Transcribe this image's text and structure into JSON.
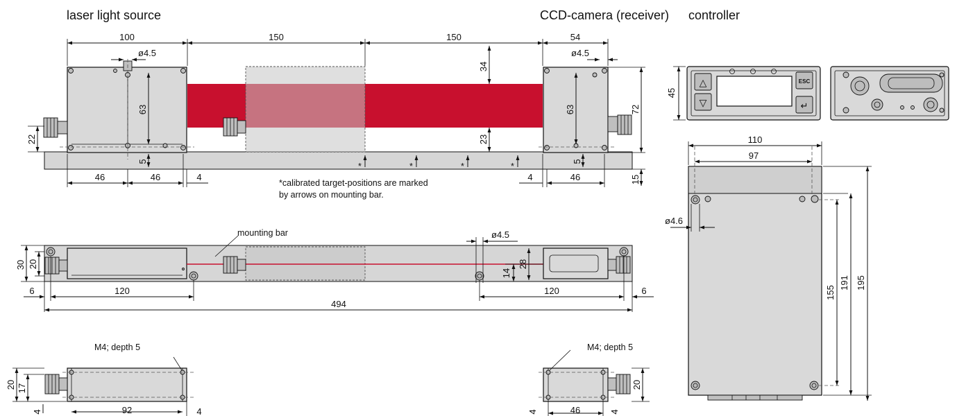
{
  "headings": {
    "laser": "laser light source",
    "camera": "CCD-camera (receiver)",
    "controller": "controller"
  },
  "notes": {
    "calibrated_line1": "*calibrated target-positions are marked",
    "calibrated_line2": "by arrows on mounting bar."
  },
  "labels": {
    "mounting_bar": "mounting bar",
    "m4_left": "M4; depth 5",
    "m4_right": "M4; depth 5",
    "star": "*",
    "esc": "ESC",
    "up": "△",
    "down": "▽",
    "enter": "↵"
  },
  "dims": {
    "d100": "100",
    "d150a": "150",
    "d150b": "150",
    "d54": "54",
    "d45a": "ø4.5",
    "d45b": "ø4.5",
    "d45c": "ø4.5",
    "d46c": "ø4.6",
    "d63a": "63",
    "d63b": "63",
    "d34": "34",
    "d23": "23",
    "d72": "72",
    "d22": "22",
    "d5a": "5",
    "d5b": "5",
    "d15": "15",
    "d46a": "46",
    "d46b": "46",
    "d4a": "4",
    "d4b": "4",
    "d46r": "46",
    "d30": "30",
    "d20a": "20",
    "d14": "14",
    "d28": "28",
    "d6a": "6",
    "d120a": "120",
    "d120b": "120",
    "d6b": "6",
    "d494": "494",
    "d20b": "20",
    "d17": "17",
    "d4c": "4",
    "d92": "92",
    "d4d": "4",
    "d4e": "4",
    "d46s": "46",
    "d4f": "4",
    "d20c": "20",
    "d45h": "45",
    "d110": "110",
    "d97": "97",
    "d155": "155",
    "d191": "191",
    "d195": "195"
  },
  "colors": {
    "laser_beam": "#c8102e",
    "housing": "#d9d9d9",
    "line": "#111111"
  }
}
